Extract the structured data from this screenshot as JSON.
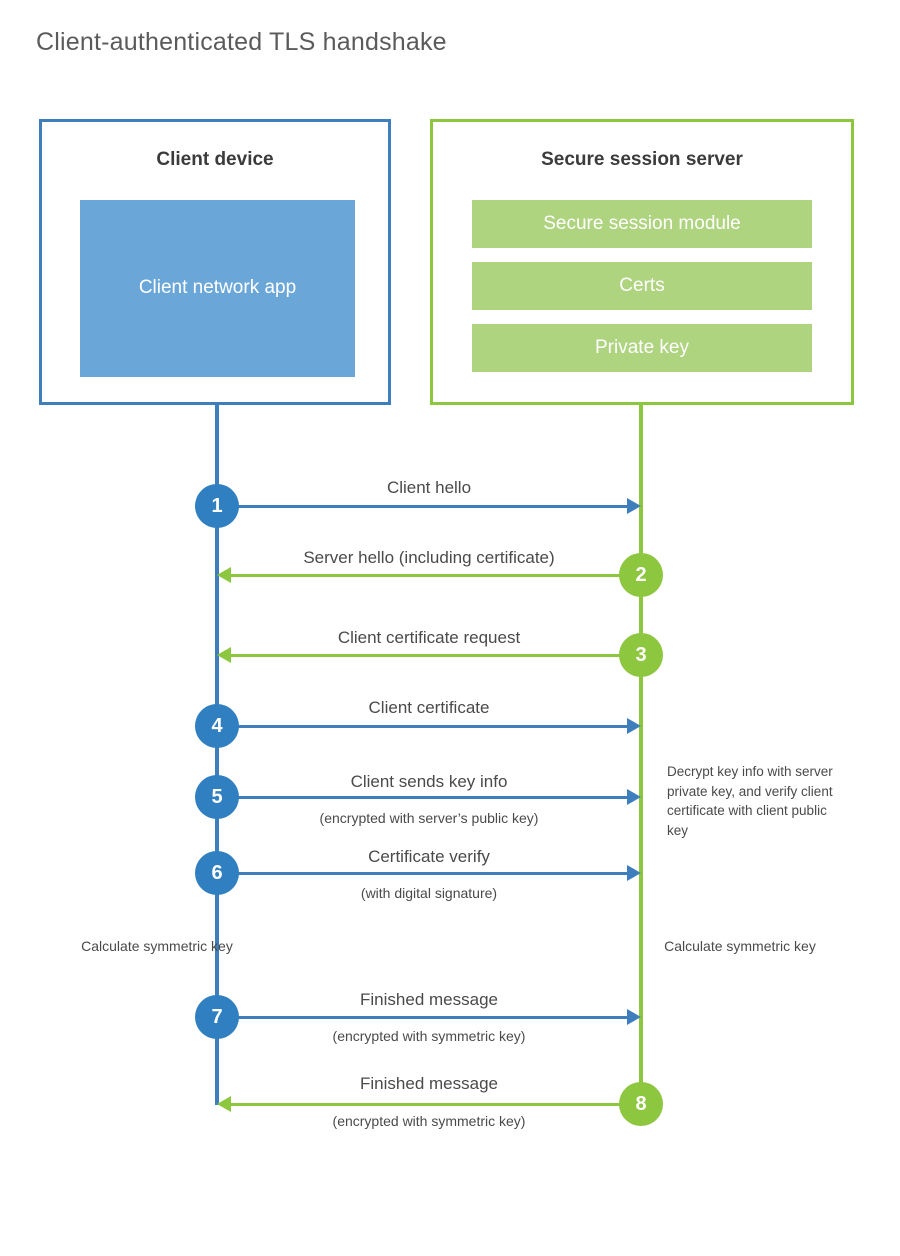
{
  "page": {
    "title": "Client-authenticated TLS handshake"
  },
  "colors": {
    "client_blue": "#3f7ebd",
    "client_app_fill": "#6aa7d8",
    "server_green": "#8dc63f",
    "server_module_fill": "#aed47f",
    "badge_blue": "#2f7fc1",
    "badge_green": "#8dc63f",
    "text": "#4a4a4a"
  },
  "client": {
    "title": "Client device",
    "app_label": "Client network app"
  },
  "server": {
    "title": "Secure session server",
    "modules": [
      {
        "label": "Secure session module"
      },
      {
        "label": "Certs"
      },
      {
        "label": "Private key"
      }
    ]
  },
  "steps": [
    {
      "number": "1",
      "label": "Client hello",
      "sublabel": "",
      "direction": "client-to-server",
      "color": "blue"
    },
    {
      "number": "2",
      "label": "Server hello (including certificate)",
      "sublabel": "",
      "direction": "server-to-client",
      "color": "green"
    },
    {
      "number": "3",
      "label": "Client certificate request",
      "sublabel": "",
      "direction": "server-to-client",
      "color": "green"
    },
    {
      "number": "4",
      "label": "Client certificate",
      "sublabel": "",
      "direction": "client-to-server",
      "color": "blue"
    },
    {
      "number": "5",
      "label": "Client sends key info",
      "sublabel": "(encrypted with server’s public key)",
      "direction": "client-to-server",
      "color": "blue"
    },
    {
      "number": "6",
      "label": "Certificate verify",
      "sublabel": "(with digital signature)",
      "direction": "client-to-server",
      "color": "blue"
    },
    {
      "number": "7",
      "label": "Finished message",
      "sublabel": "(encrypted with symmetric key)",
      "direction": "client-to-server",
      "color": "blue"
    },
    {
      "number": "8",
      "label": "Finished message",
      "sublabel": "(encrypted with symmetric key)",
      "direction": "server-to-client",
      "color": "green"
    }
  ],
  "notes": {
    "server_decrypt": "Decrypt key info with server private key, and verify client certificate with client public key",
    "client_calculate": "Calculate symmetric key",
    "server_calculate": "Calculate symmetric key"
  }
}
